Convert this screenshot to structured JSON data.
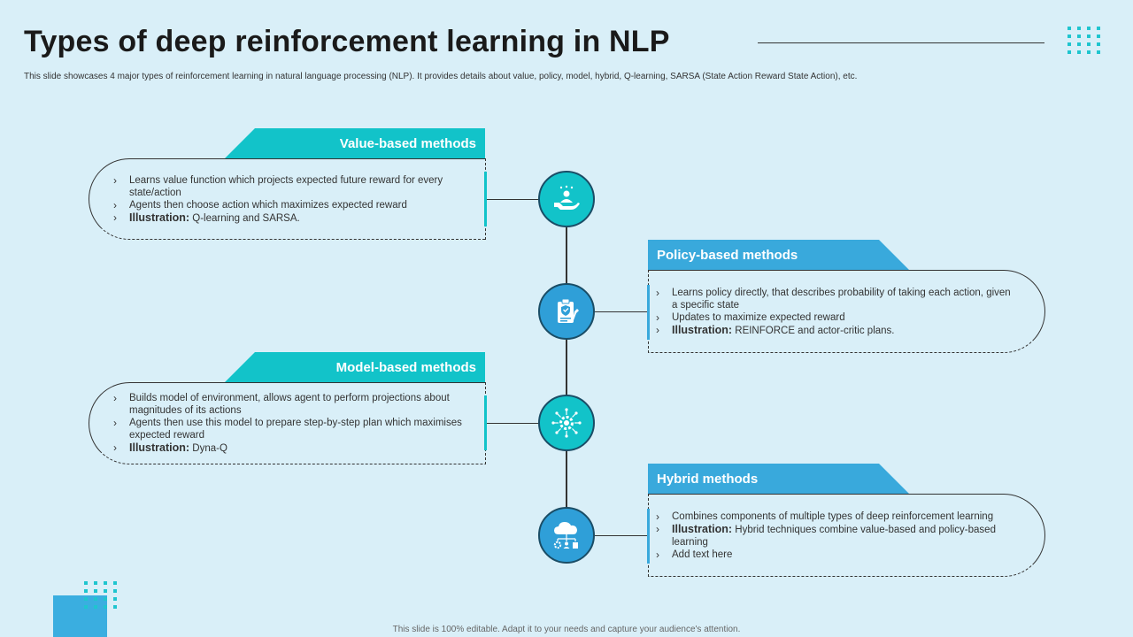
{
  "title": "Types of deep reinforcement learning in NLP",
  "subtitle": "This slide showcases 4 major types of reinforcement learning in natural language processing (NLP). It provides details about value, policy, model, hybrid, Q-learning, SARSA (State Action Reward State Action), etc.",
  "footer": "This slide is 100% editable. Adapt it to your needs and capture your audience's attention.",
  "colors": {
    "teal": "#12c3c9",
    "blue": "#39a9dc",
    "background": "#d9eff8"
  },
  "methods": [
    {
      "header": "Value-based methods",
      "icon": "hand-user-stars-icon",
      "bullets": [
        {
          "text": "Learns value function which projects expected future reward for every state/action"
        },
        {
          "text": "Agents then choose action which maximizes expected reward"
        },
        {
          "label": "Illustration:",
          "text": "Q-learning and SARSA."
        }
      ]
    },
    {
      "header": "Policy-based methods",
      "icon": "clipboard-shield-icon",
      "bullets": [
        {
          "text": "Learns policy directly, that describes probability of taking each action, given a specific state"
        },
        {
          "text": "Updates to maximize expected reward"
        },
        {
          "label": "Illustration:",
          "text": "REINFORCE and actor-critic plans."
        }
      ]
    },
    {
      "header": "Model-based methods",
      "icon": "gear-network-icon",
      "bullets": [
        {
          "text": "Builds model of environment, allows agent to perform projections about magnitudes of its actions"
        },
        {
          "text": "Agents then use this model to prepare step-by-step plan which maximises expected reward"
        },
        {
          "label": "Illustration:",
          "text": "Dyna-Q"
        }
      ]
    },
    {
      "header": "Hybrid methods",
      "icon": "cloud-network-icon",
      "bullets": [
        {
          "text": "Combines components of multiple types of deep reinforcement learning"
        },
        {
          "label": "Illustration:",
          "text": "Hybrid techniques combine value-based and policy-based learning"
        },
        {
          "text": "Add text here"
        }
      ]
    }
  ]
}
